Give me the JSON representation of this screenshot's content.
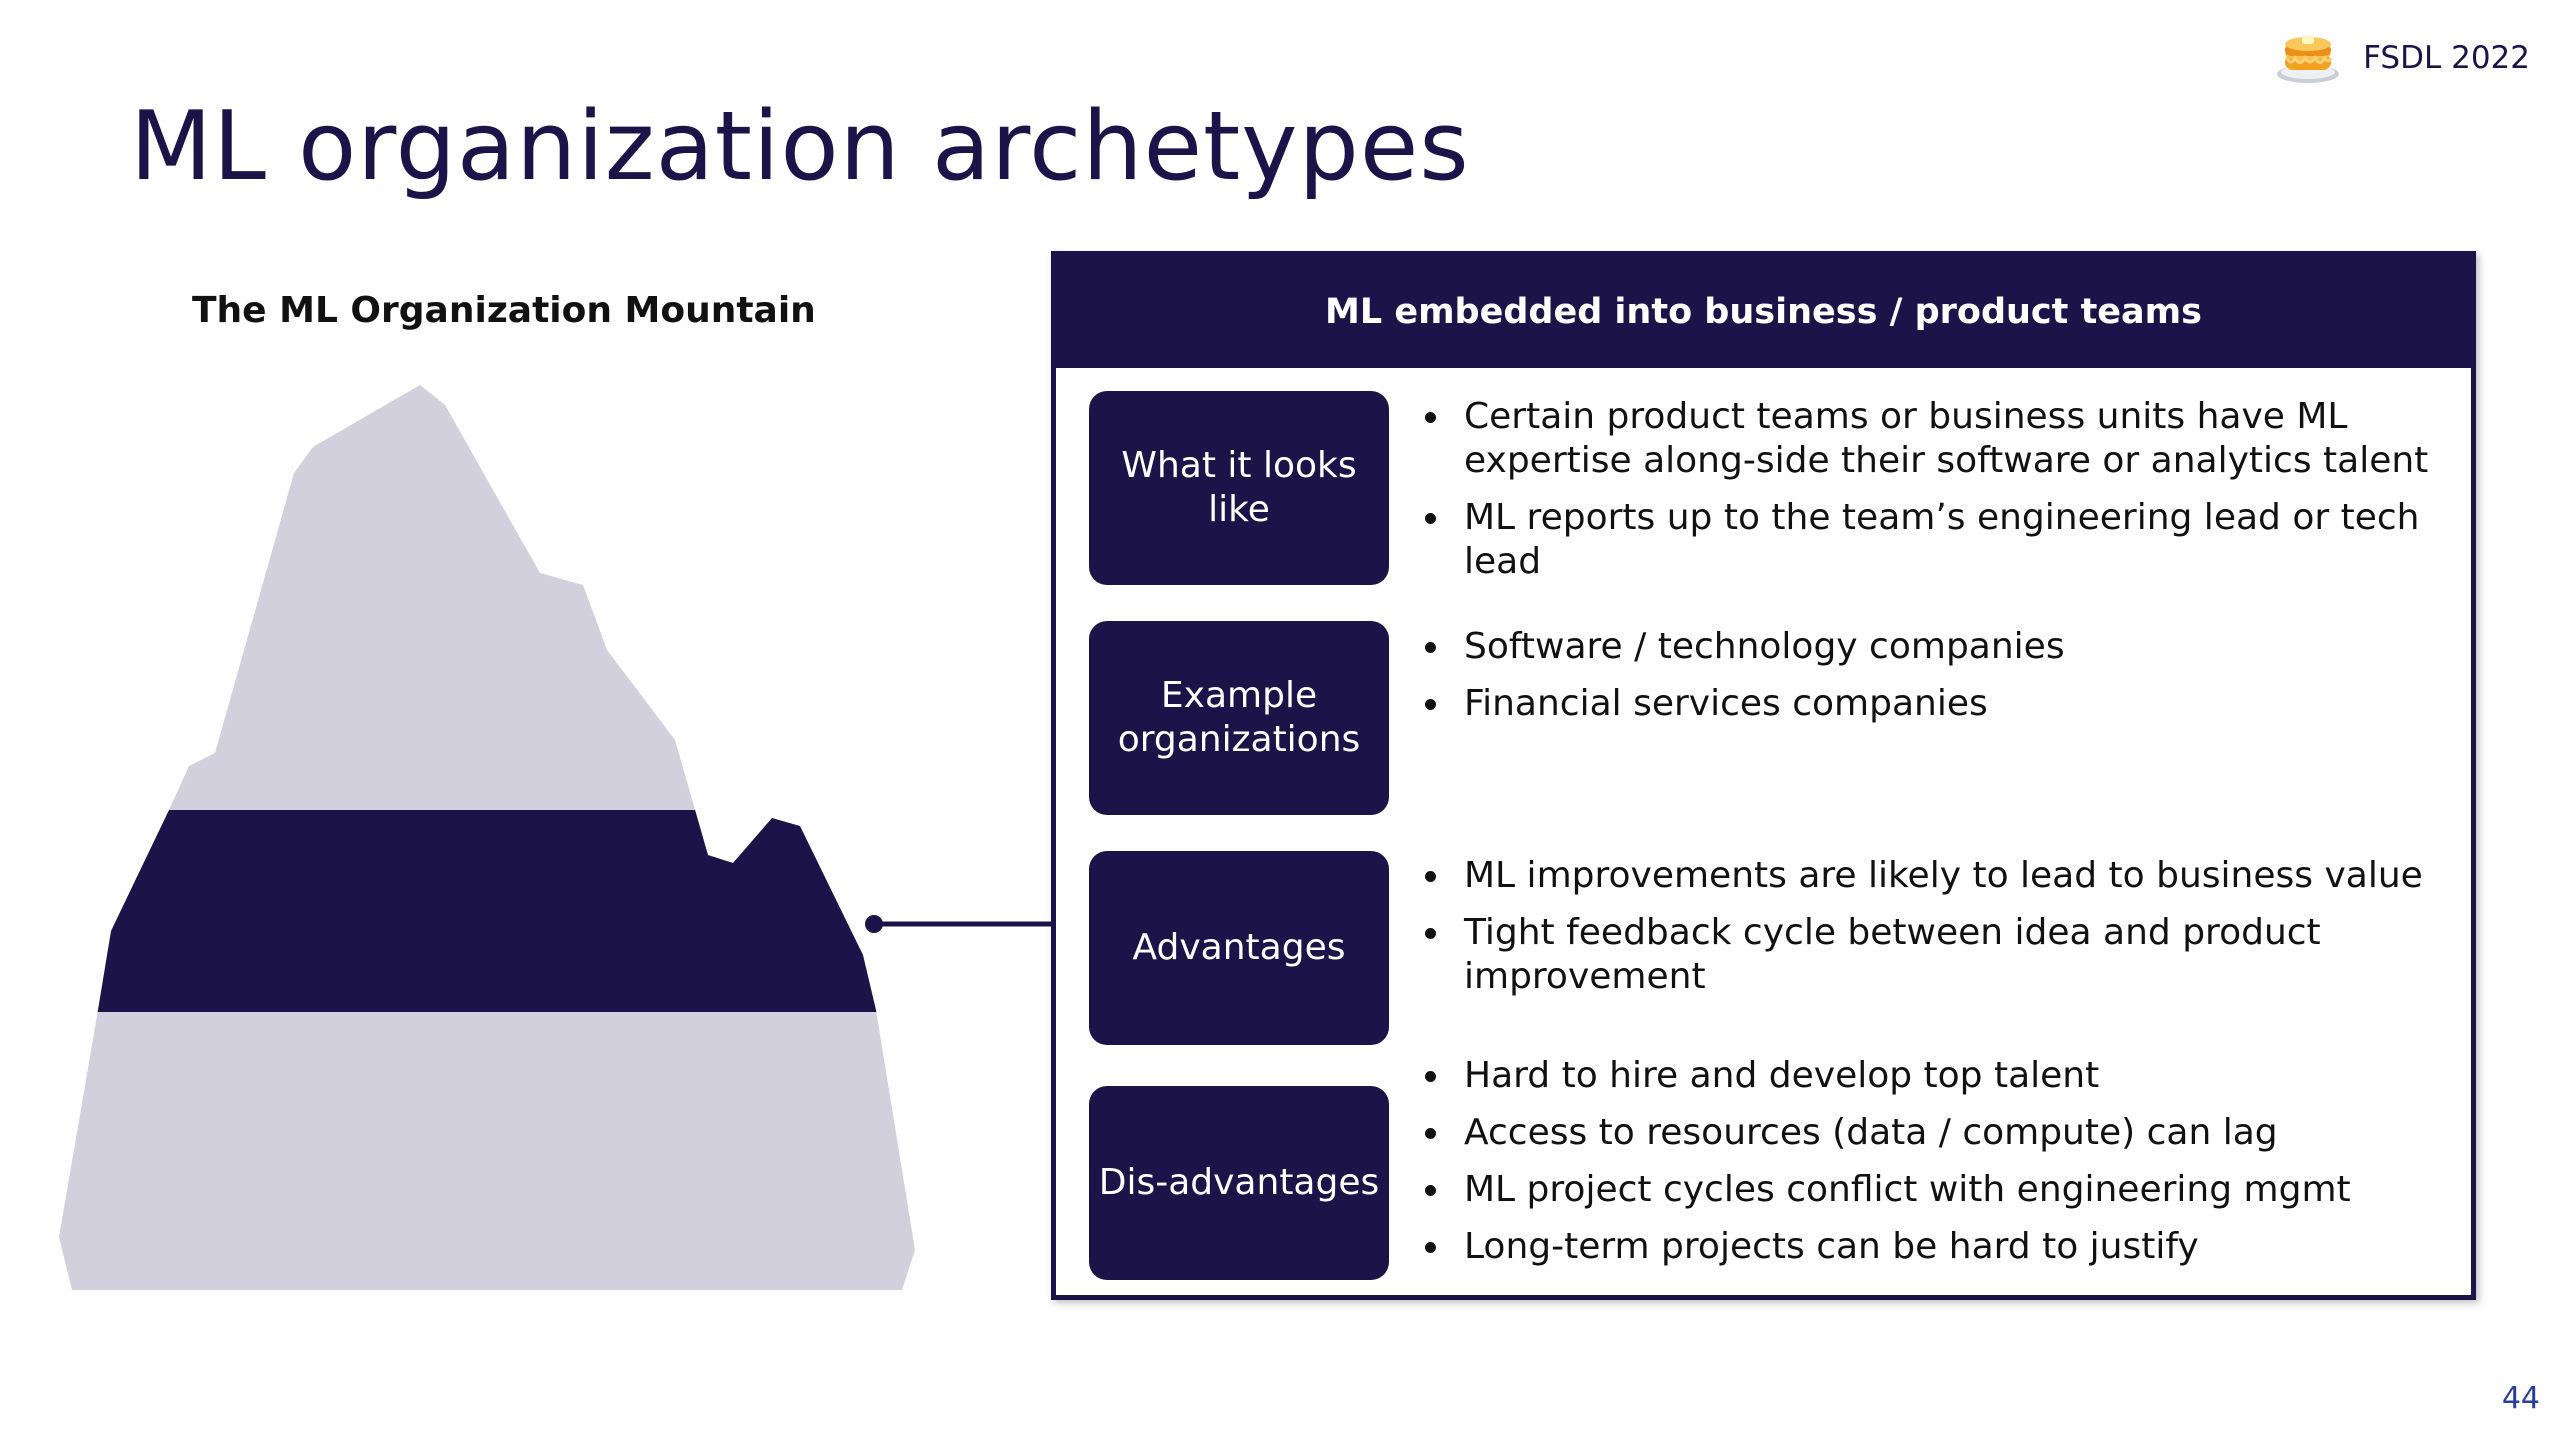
{
  "brand": {
    "name": "FSDL 2022",
    "logo_icon": "pancake-stack-icon"
  },
  "title": "ML organization archetypes",
  "mountain": {
    "title": "The ML Organization Mountain",
    "colors": {
      "mountain": "#d1d0dc",
      "highlight": "#1c1449"
    }
  },
  "panel": {
    "header": "ML embedded into business / product teams",
    "rows": [
      {
        "label": "What it looks like",
        "bullets": [
          "Certain product teams or business units have ML expertise along-side their software or analytics talent",
          "ML reports up to the team’s engineering lead or tech lead"
        ]
      },
      {
        "label": "Example organizations",
        "bullets": [
          "Software / technology companies",
          "Financial services companies"
        ]
      },
      {
        "label": "Advantages",
        "bullets": [
          "ML improvements are likely to lead to business value",
          "Tight feedback cycle between idea and product improvement"
        ]
      },
      {
        "label": "Dis-advantages",
        "bullets": [
          "Hard to hire and develop top talent",
          "Access to resources (data / compute) can lag",
          "ML project cycles conflict with engineering mgmt",
          "Long-term projects can be hard to justify"
        ]
      }
    ]
  },
  "page_number": "44",
  "colors": {
    "primary": "#1c1449",
    "page_number": "#2a3f9a"
  }
}
